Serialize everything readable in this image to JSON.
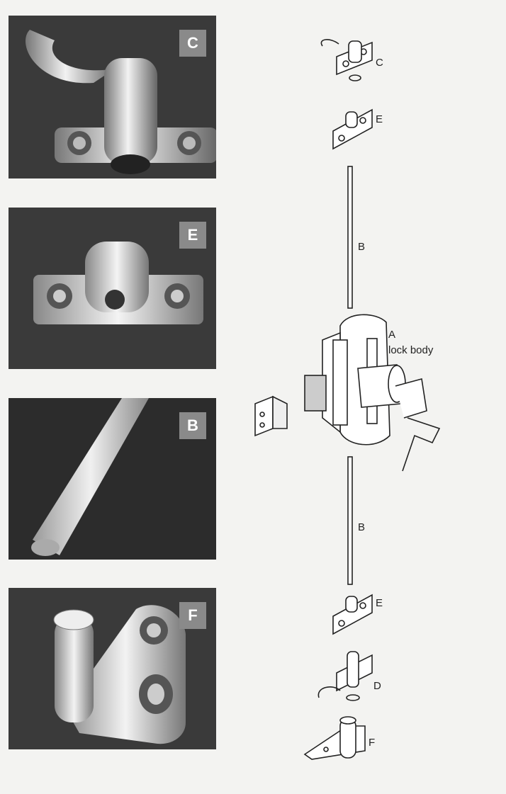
{
  "photos": [
    {
      "badge": "C"
    },
    {
      "badge": "E"
    },
    {
      "badge": "B"
    },
    {
      "badge": "F"
    }
  ],
  "diagram_labels": {
    "top_c": "C",
    "top_e": "E",
    "rod_top": "B",
    "lock_letter": "A",
    "lock_text": "lock body",
    "rod_bottom": "B",
    "bottom_e": "E",
    "bottom_d": "D",
    "bottom_f": "F"
  },
  "colors": {
    "photo_bg": "#3a3a3a",
    "badge_bg": "#8a8a8a",
    "chrome": "#d8d8d8"
  }
}
